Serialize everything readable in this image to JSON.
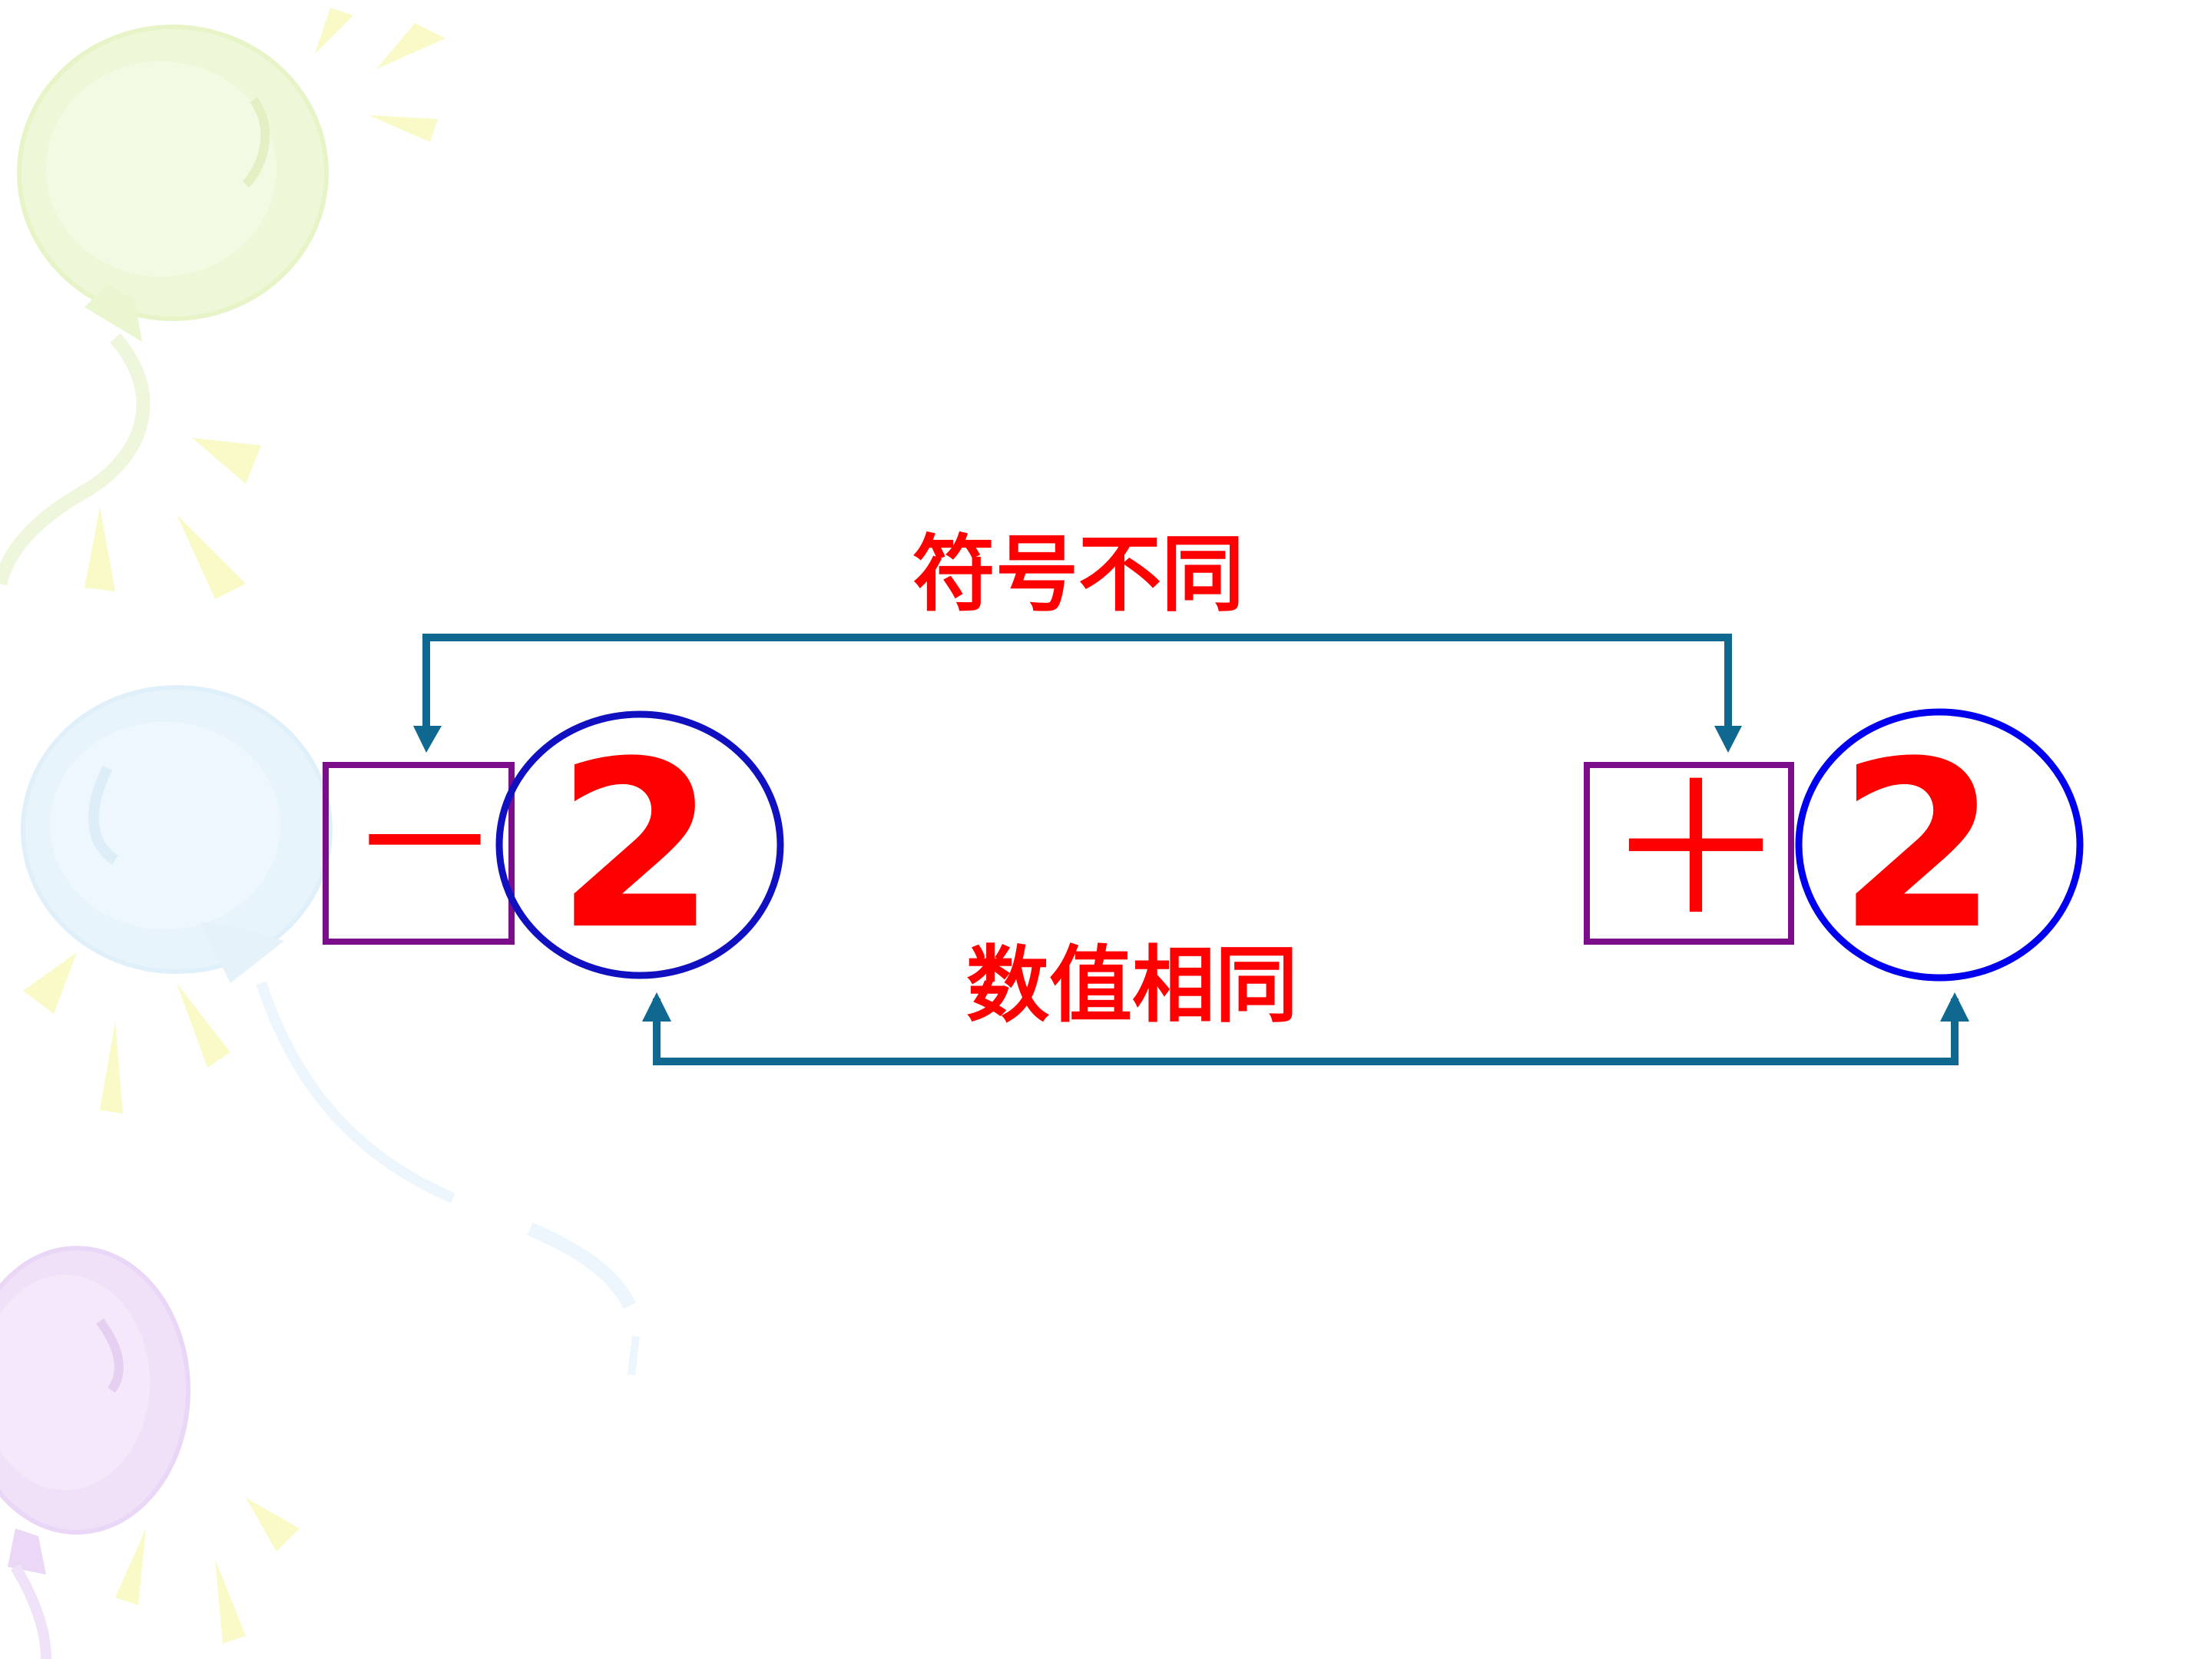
{
  "labels": {
    "sign_label": "符号不同",
    "value_label": "数值相同"
  },
  "left_number": {
    "sign": "－",
    "value": "2"
  },
  "right_number": {
    "sign": "＋",
    "value": "2"
  },
  "colors": {
    "background": "#ffffff",
    "label_text": "#ff0000",
    "number_text": "#ff0000",
    "sign_box_stroke": "#7b0d8a",
    "left_circle_stroke": "#1010c0",
    "right_circle_stroke": "#0000ee",
    "connector": "#0e6890",
    "balloon_green": "#eef8d8",
    "balloon_blue": "#e8f4fc",
    "balloon_purple": "#f0e0f8",
    "ray_yellow": "#fafac8"
  }
}
